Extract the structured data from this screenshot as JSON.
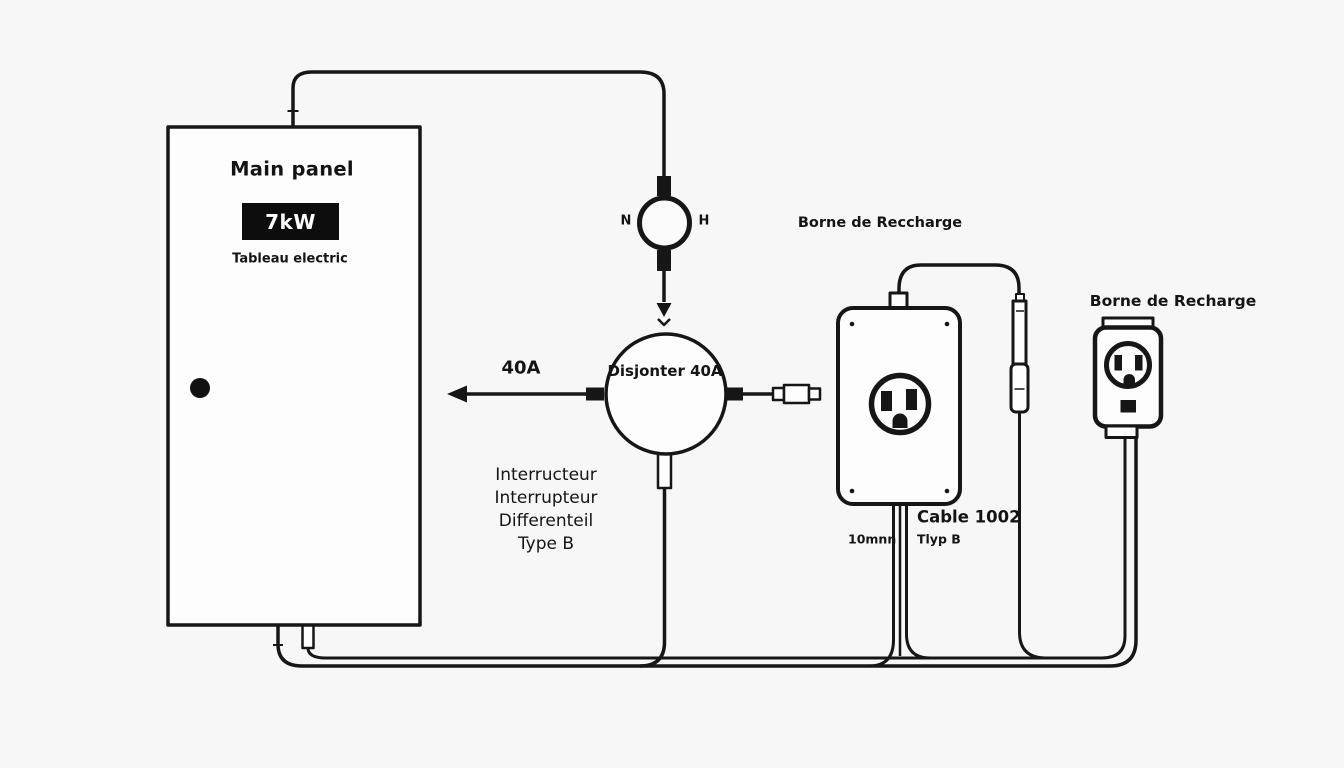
{
  "colors": {
    "background": "#f7f7f7",
    "line": "#161616",
    "fill": "#fdfdfd",
    "badge_bg": "#0d0d0d",
    "badge_text": "#ffffff"
  },
  "main_panel": {
    "title": "Main panel",
    "badge": "7kW",
    "subtitle": "Tableau electric"
  },
  "meter": {
    "left": "N",
    "right": "H"
  },
  "breaker": {
    "label": "Disjonter 40A",
    "rating": "40A"
  },
  "rcd_note": {
    "line1": "Interructeur",
    "line2": "Interrupteur",
    "line3": "Differenteil",
    "line4": "Type B"
  },
  "wallbox": {
    "title": "Borne de Reccharge",
    "cable_line1": "Cable 1002",
    "cable_line2": "Tlyp B",
    "cable_size": "10mnn"
  },
  "portable_charger": {
    "title": "Borne de Recharge"
  }
}
